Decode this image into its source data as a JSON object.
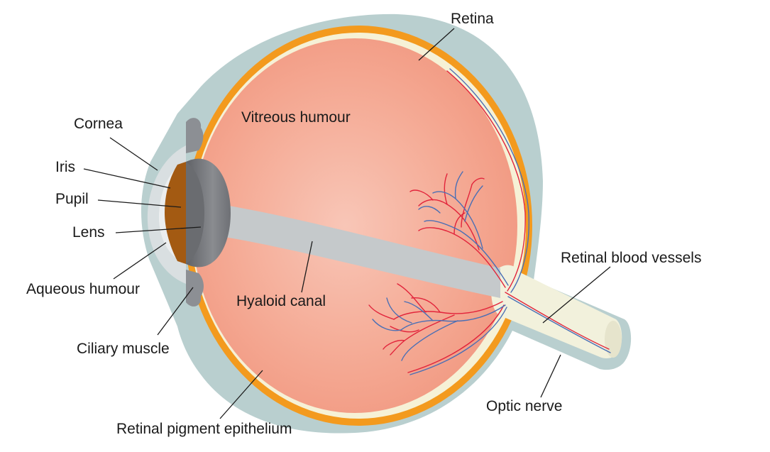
{
  "labels": {
    "retina": "Retina",
    "cornea": "Cornea",
    "vitreous_humour": "Vitreous humour",
    "iris": "Iris",
    "pupil": "Pupil",
    "lens": "Lens",
    "aqueous_humour": "Aqueous humour",
    "hyaloid_canal": "Hyaloid canal",
    "retinal_blood_vessels": "Retinal blood vessels",
    "ciliary_muscle": "Ciliary muscle",
    "optic_nerve": "Optic nerve",
    "retinal_pigment_epithelium": "Retinal pigment epithelium"
  },
  "colors": {
    "sclera": "#b9cfcf",
    "choroid": "#f39a1e",
    "retina": "#f6f1d6",
    "vitreous": "#f4a28a",
    "vitreous_highlight": "#f7c3b4",
    "cornea": "#d9dfe1",
    "aqueous": "#eceeef",
    "iris": "#a35a12",
    "lens": "#7d7f83",
    "ciliary": "#8c8f94",
    "canal": "#c5c9cb",
    "optic_nerve": "#f2f1dc",
    "artery": "#e2243b",
    "vein": "#4a6fb5"
  }
}
